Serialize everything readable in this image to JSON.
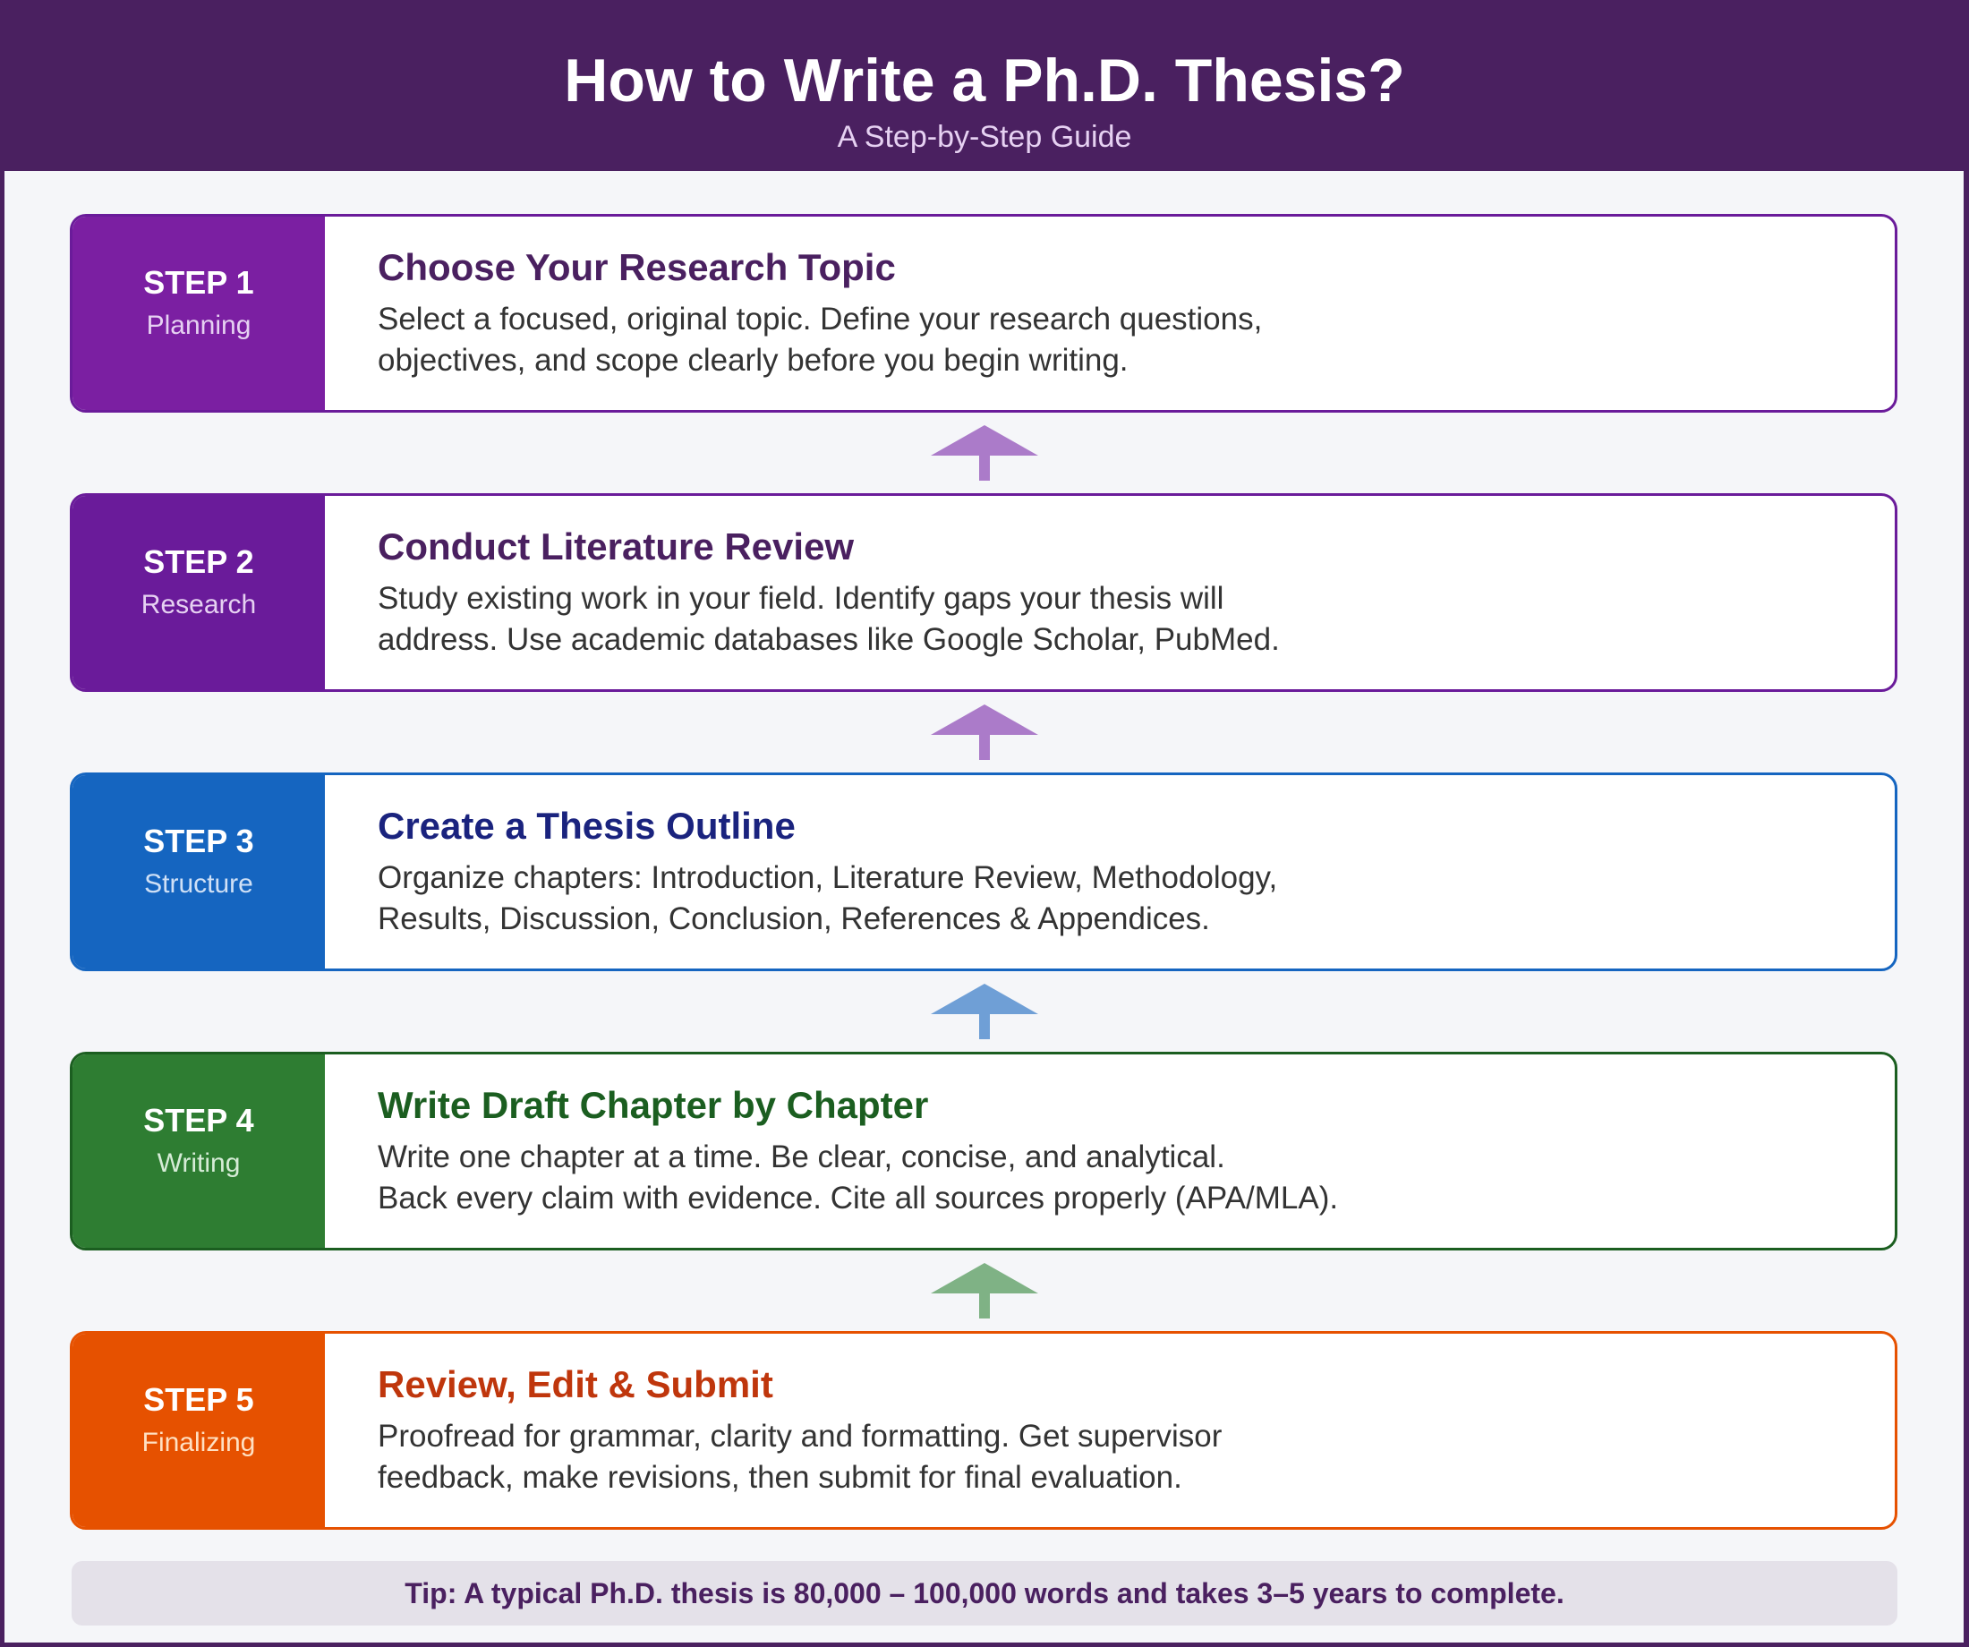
{
  "header": {
    "title": "How to Write a Ph.D. Thesis?",
    "subtitle": "A Step-by-Step Guide"
  },
  "steps": [
    {
      "label": "STEP 1",
      "phase": "Planning",
      "title": "Choose Your Research Topic",
      "description_lines": [
        "Select a focused, original topic. Define your research questions,",
        "objectives, and scope clearly before you begin writing."
      ],
      "colors": {
        "badge": "#7b1fa2",
        "border": "#6a1b9a",
        "title": "#4a2060",
        "phase": "#e6d1f2"
      }
    },
    {
      "label": "STEP 2",
      "phase": "Research",
      "title": "Conduct Literature Review",
      "description_lines": [
        "Study existing work in your field. Identify gaps your thesis will",
        "address. Use academic databases like Google Scholar, PubMed."
      ],
      "colors": {
        "badge": "#6a1b9a",
        "border": "#6a1b9a",
        "title": "#4a2060",
        "phase": "#e6d1f2"
      }
    },
    {
      "label": "STEP 3",
      "phase": "Structure",
      "title": "Create a Thesis Outline",
      "description_lines": [
        "Organize chapters: Introduction, Literature Review, Methodology,",
        "Results, Discussion, Conclusion, References & Appendices."
      ],
      "colors": {
        "badge": "#1565c0",
        "border": "#1565c0",
        "title": "#1a237e",
        "phase": "#cfe0f6"
      }
    },
    {
      "label": "STEP 4",
      "phase": "Writing",
      "title": "Write Draft Chapter by Chapter",
      "description_lines": [
        "Write one chapter at a time. Be clear, concise, and analytical.",
        "Back every claim with evidence. Cite all sources properly (APA/MLA)."
      ],
      "colors": {
        "badge": "#2e7d32",
        "border": "#1b5e20",
        "title": "#1b5e20",
        "phase": "#d6ecd7"
      }
    },
    {
      "label": "STEP 5",
      "phase": "Finalizing",
      "title": "Review, Edit & Submit",
      "description_lines": [
        "Proofread for grammar, clarity and formatting. Get supervisor",
        "feedback, make revisions, then submit for final evaluation."
      ],
      "colors": {
        "badge": "#e65100",
        "border": "#e65100",
        "title": "#bf360c",
        "phase": "#ffe0c2"
      }
    }
  ],
  "arrows": [
    {
      "icon": "up-arrow-icon",
      "color": "#ab7bc9"
    },
    {
      "icon": "up-arrow-icon",
      "color": "#ab7bc9"
    },
    {
      "icon": "up-arrow-icon",
      "color": "#6f9fd6"
    },
    {
      "icon": "up-arrow-icon",
      "color": "#7fb285"
    }
  ],
  "tip": {
    "text": "Tip: A typical Ph.D. thesis is 80,000 – 100,000 words and takes 3–5 years to complete."
  }
}
